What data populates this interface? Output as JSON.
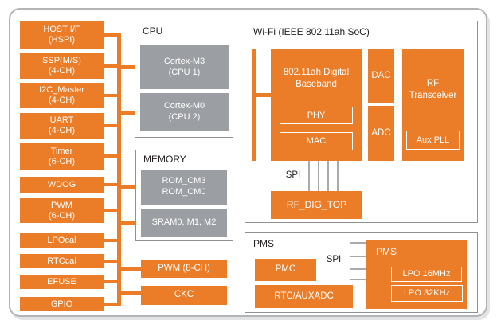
{
  "colors": {
    "orange": "#EB7D28",
    "block-gray": "#9B9EA3",
    "box-border": "#8F9294",
    "line-gray": "#A8AAAC",
    "title-color": "#231F20"
  },
  "peripherals": [
    {
      "label": "HOST I/F\n(HSPI)"
    },
    {
      "label": "SSP(M/S)\n(4-CH)"
    },
    {
      "label": "I2C_Master\n(4-CH)"
    },
    {
      "label": "UART\n(4-CH)"
    },
    {
      "label": "Timer\n(6-CH)"
    },
    {
      "label": "WDOG"
    },
    {
      "label": "PWM\n(6-CH)"
    },
    {
      "label": "LPOcal"
    },
    {
      "label": "RTCcal"
    },
    {
      "label": "EFUSE"
    },
    {
      "label": "GPIO"
    }
  ],
  "cpu": {
    "title": "CPU",
    "core1": "Cortex-M3\n(CPU 1)",
    "core2": "Cortex-M0\n(CPU 2)"
  },
  "memory": {
    "title": "MEMORY",
    "rom": "ROM_CM3\nROM_CM0",
    "sram": "SRAM0, M1, M2"
  },
  "pwm8_label": "PWM (8-CH)",
  "ckc_label": "CKC",
  "wifi": {
    "title": "Wi-Fi (IEEE 802.11ah SoC)",
    "baseband_label": "802.11ah Digital\nBaseband",
    "phy": "PHY",
    "mac": "MAC",
    "dac": "DAC",
    "adc": "ADC",
    "rf_label": "RF\nTransceiver",
    "aux_pll": "Aux PLL",
    "spi_label": "SPI",
    "rf_dig_top": "RF_DIG_TOP"
  },
  "pms": {
    "title": "PMS",
    "pmc": "PMC",
    "rtc_auxadc": "RTC/AUXADC",
    "spi_label": "SPI",
    "block_label": "PMS",
    "lpo16": "LPO 16MHz",
    "lpo32": "LPO 32KHz"
  }
}
